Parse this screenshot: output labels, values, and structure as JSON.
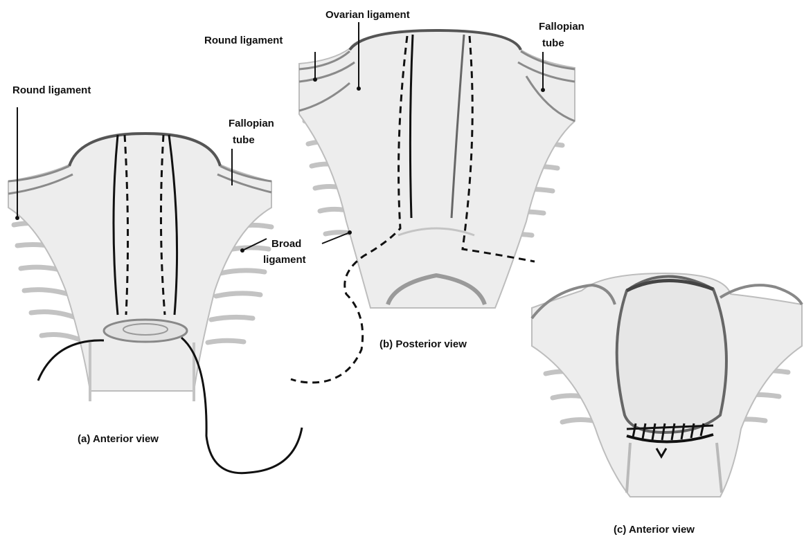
{
  "labels": {
    "a_round_ligament": "Round ligament",
    "a_fallopian_tube_1": "Fallopian",
    "a_fallopian_tube_2": "tube",
    "b_ovarian_ligament": "Ovarian ligament",
    "b_round_ligament": "Round ligament",
    "b_fallopian_tube_1": "Fallopian",
    "b_fallopian_tube_2": "tube",
    "broad_ligament_1": "Broad",
    "broad_ligament_2": "ligament"
  },
  "captions": {
    "a": "(a) Anterior view",
    "b": "(b) Posterior view",
    "c": "(c) Anterior view"
  }
}
